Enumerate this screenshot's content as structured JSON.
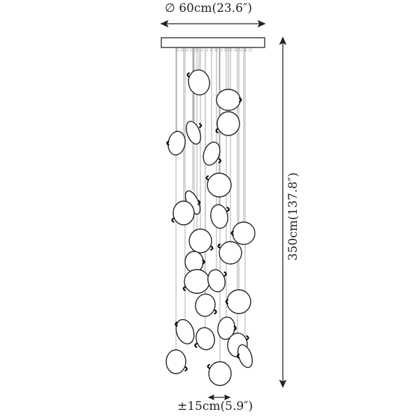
{
  "dimensions": {
    "diameter": "∅ 60cm(23.6″)",
    "height": "350cm(137.8″)",
    "offset": "±15cm(5.9″)"
  },
  "colors": {
    "line": "#222222",
    "pebble_fill": "#ffffff",
    "wire": "#9a9a9a"
  }
}
